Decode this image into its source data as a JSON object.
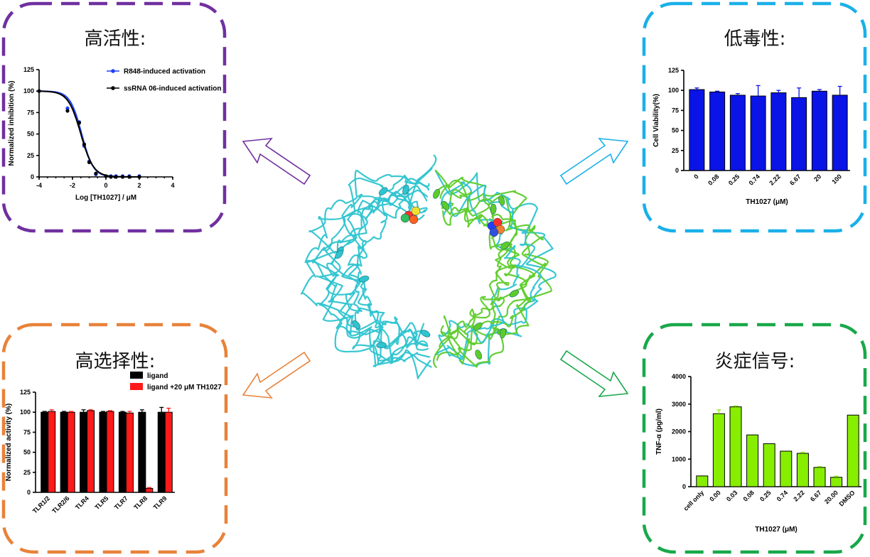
{
  "colors": {
    "purple": "#7030a0",
    "cyan": "#1ab0e8",
    "orange": "#e8823a",
    "green": "#18a84a",
    "blue_series": "#1f3fff",
    "black_series": "#000000",
    "bar_blue": "#0a14e6",
    "bar_red": "#ff1a1a",
    "bar_green": "#88ee00",
    "protein_cyan": "#2ec4d0",
    "protein_green": "#5dcc2a"
  },
  "panels": {
    "activity": {
      "title": "高活性:"
    },
    "toxicity": {
      "title": "低毒性:"
    },
    "selectivity": {
      "title": "高选择性:"
    },
    "signal": {
      "title": "炎症信号:"
    }
  },
  "center": {
    "image": "TLR8 dimer protein ribbon structure with bound ligand spheres"
  },
  "arrows": [
    {
      "to": "activity",
      "icon": "hollow-arrow-icon"
    },
    {
      "to": "toxicity",
      "icon": "hollow-arrow-icon"
    },
    {
      "to": "selectivity",
      "icon": "hollow-arrow-icon"
    },
    {
      "to": "signal",
      "icon": "hollow-arrow-icon"
    }
  ],
  "chart_data": [
    {
      "id": "activity",
      "type": "line",
      "xlabel": "Log [TH1027] / μM",
      "ylabel": "Normalized inhibition  (%)",
      "xlim": [
        -4,
        4
      ],
      "ylim": [
        0,
        125
      ],
      "xticks": [
        -4,
        -2,
        0,
        2,
        4
      ],
      "yticks": [
        0,
        25,
        50,
        75,
        100,
        125
      ],
      "legend_position": "top-right",
      "series": [
        {
          "name": "R848-induced activation",
          "color": "#1f3fff",
          "x": [
            -4,
            -2.3,
            -1.6,
            -1.3,
            -1,
            -0.6,
            0,
            0.3,
            0.6,
            1.0,
            1.4,
            2.0
          ],
          "y": [
            100,
            80,
            64,
            36,
            18,
            3,
            1,
            1,
            1,
            1,
            1,
            1
          ]
        },
        {
          "name": "ssRNA 06-induced activation",
          "color": "#000000",
          "x": [
            -4,
            -2.3,
            -1.6,
            -1.3,
            -1,
            -0.6,
            0,
            0.3,
            0.6,
            1.0,
            1.4,
            2.0
          ],
          "y": [
            100,
            77,
            63,
            38,
            17,
            4,
            1,
            0,
            0,
            0,
            0,
            0
          ]
        }
      ]
    },
    {
      "id": "toxicity",
      "type": "bar",
      "xlabel": "TH1027 (μM)",
      "ylabel": "Cell Viability(%)",
      "ylim": [
        0,
        125
      ],
      "yticks": [
        0,
        25,
        50,
        75,
        100,
        125
      ],
      "categories": [
        "0",
        "0.08",
        "0.25",
        "0.74",
        "2.22",
        "6.67",
        "20",
        "100"
      ],
      "values": [
        101,
        98,
        94,
        93,
        97,
        91,
        99,
        94
      ],
      "errors": [
        2,
        1,
        2,
        13,
        3,
        12,
        2,
        11
      ]
    },
    {
      "id": "selectivity",
      "type": "bar",
      "ylabel": "Normalized activity  (%)",
      "ylim": [
        0,
        125
      ],
      "yticks": [
        0,
        25,
        50,
        75,
        100,
        125
      ],
      "categories": [
        "TLR1/2",
        "TLR2/6",
        "TLR4",
        "TLR5",
        "TLR7",
        "TLR8",
        "TLR9"
      ],
      "legend_position": "top-right",
      "series": [
        {
          "name": "ligand",
          "color": "#000000",
          "values": [
            100,
            100,
            100,
            100,
            100,
            100,
            100
          ],
          "errors": [
            1,
            1,
            3,
            1,
            1,
            3,
            6
          ]
        },
        {
          "name": "ligand +20 μM TH1027",
          "color": "#ff1a1a",
          "values": [
            101,
            100,
            102,
            101,
            99,
            5,
            100
          ],
          "errors": [
            2,
            1,
            1,
            1,
            2,
            1,
            5
          ]
        }
      ]
    },
    {
      "id": "signal",
      "type": "bar",
      "xlabel": "TH1027 (μM)",
      "ylabel": "TNF-α (pg/ml)",
      "ylim": [
        0,
        4000
      ],
      "yticks": [
        0,
        1000,
        2000,
        3000,
        4000
      ],
      "categories": [
        "cell  only",
        "0.00",
        "0.03",
        "0.08",
        "0.25",
        "0.74",
        "2.22",
        "6.67",
        "20.00",
        "DMSO"
      ],
      "values": [
        390,
        2650,
        2900,
        1880,
        1560,
        1290,
        1210,
        700,
        340,
        2600
      ],
      "errors": [
        0,
        140,
        30,
        0,
        0,
        0,
        40,
        30,
        40,
        0
      ]
    }
  ]
}
